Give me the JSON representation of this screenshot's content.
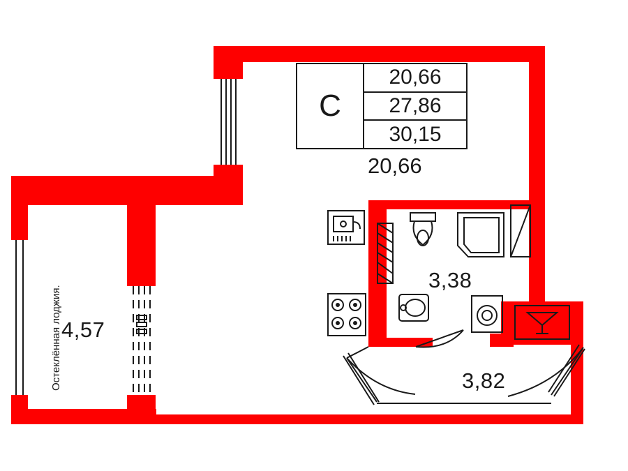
{
  "plan": {
    "title_block": {
      "type_label": "C",
      "values": [
        "20,66",
        "27,86",
        "30,15"
      ],
      "total": "20,66"
    },
    "rooms": [
      {
        "name": "loggia",
        "label": "4,57",
        "note": "Остеклённая лоджия."
      },
      {
        "name": "bathroom",
        "label": "3,38"
      },
      {
        "name": "hall",
        "label": "3,82"
      }
    ],
    "colors": {
      "wall": "#fe0000",
      "line": "#1a1a1a",
      "background": "#ffffff"
    },
    "fixtures": [
      "sink-icon",
      "stove-icon",
      "toilet-icon",
      "shower-icon",
      "washbasin-icon",
      "washing-machine-icon",
      "wardrobe-icon",
      "mirror-icon",
      "stairs-icon"
    ]
  }
}
